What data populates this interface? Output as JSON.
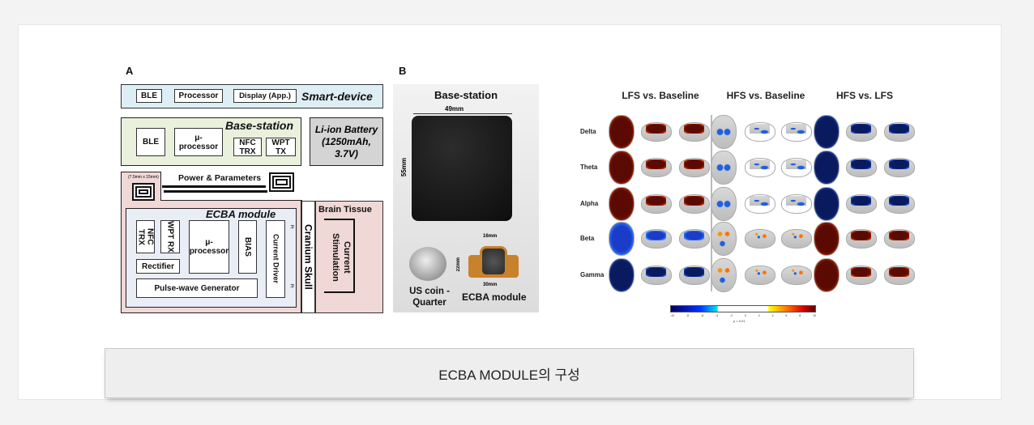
{
  "figure_a": {
    "panel_label": "A",
    "smart_device": {
      "title": "Smart-device",
      "ble": "BLE",
      "processor": "Processor",
      "display": "Display (App.)"
    },
    "base_station": {
      "title": "Base-station",
      "ble": "BLE",
      "processor": "μ-processor",
      "nfc": "NFC TRX",
      "wpt": "WPT TX"
    },
    "battery": {
      "title": "Li-ion Battery",
      "spec": "(1250mAh, 3.7V)"
    },
    "coil_size": "(7.5mm x 15mm)",
    "power_label": "Power & Parameters",
    "ecba": {
      "title": "ECBA module",
      "nfc": "NFC TRX",
      "wpt": "WPT RX",
      "processor": "μ-processor",
      "bias": "BIAS",
      "driver": "Current Driver",
      "rectifier": "Rectifier",
      "pulse": "Pulse-wave Generator",
      "pt": "Pt"
    },
    "skull": "Cranium Skull",
    "brain_tissue": "Brain Tissue",
    "stimulation": "Current Stimulation"
  },
  "figure_b": {
    "panel_label": "B",
    "base_title": "Base-station",
    "width": "49mm",
    "height": "55mm",
    "coin": "US coin - Quarter",
    "module": "ECBA module",
    "module_w": "16mm",
    "module_h": "22mm",
    "module_len": "30mm"
  },
  "figure_c": {
    "headers": [
      "LFS vs. Baseline",
      "HFS vs. Baseline",
      "HFS vs. LFS"
    ],
    "rows": [
      {
        "band": "Delta",
        "maps": [
          "red",
          "sparse-blue",
          "dark-blue"
        ]
      },
      {
        "band": "Theta",
        "maps": [
          "red",
          "sparse-blue",
          "dark-blue"
        ]
      },
      {
        "band": "Alpha",
        "maps": [
          "red",
          "sparse-blue",
          "dark-blue"
        ]
      },
      {
        "band": "Beta",
        "maps": [
          "blue",
          "sparse-mixed",
          "red"
        ]
      },
      {
        "band": "Gamma",
        "maps": [
          "dark-blue",
          "sparse-mixed",
          "red"
        ]
      }
    ],
    "colorbar_ticks": [
      "-10",
      "-8",
      "-6",
      "-4",
      "-2",
      "0",
      "2",
      "4",
      "6",
      "8",
      "10"
    ],
    "colorbar_label": "p < 0.01",
    "colors": {
      "red": "#5a0a00",
      "blue": "#1a3cc8",
      "dark-blue": "#0a1a5e",
      "sparse": "#2060e0"
    }
  },
  "caption": "ECBA MODULE의 구성"
}
